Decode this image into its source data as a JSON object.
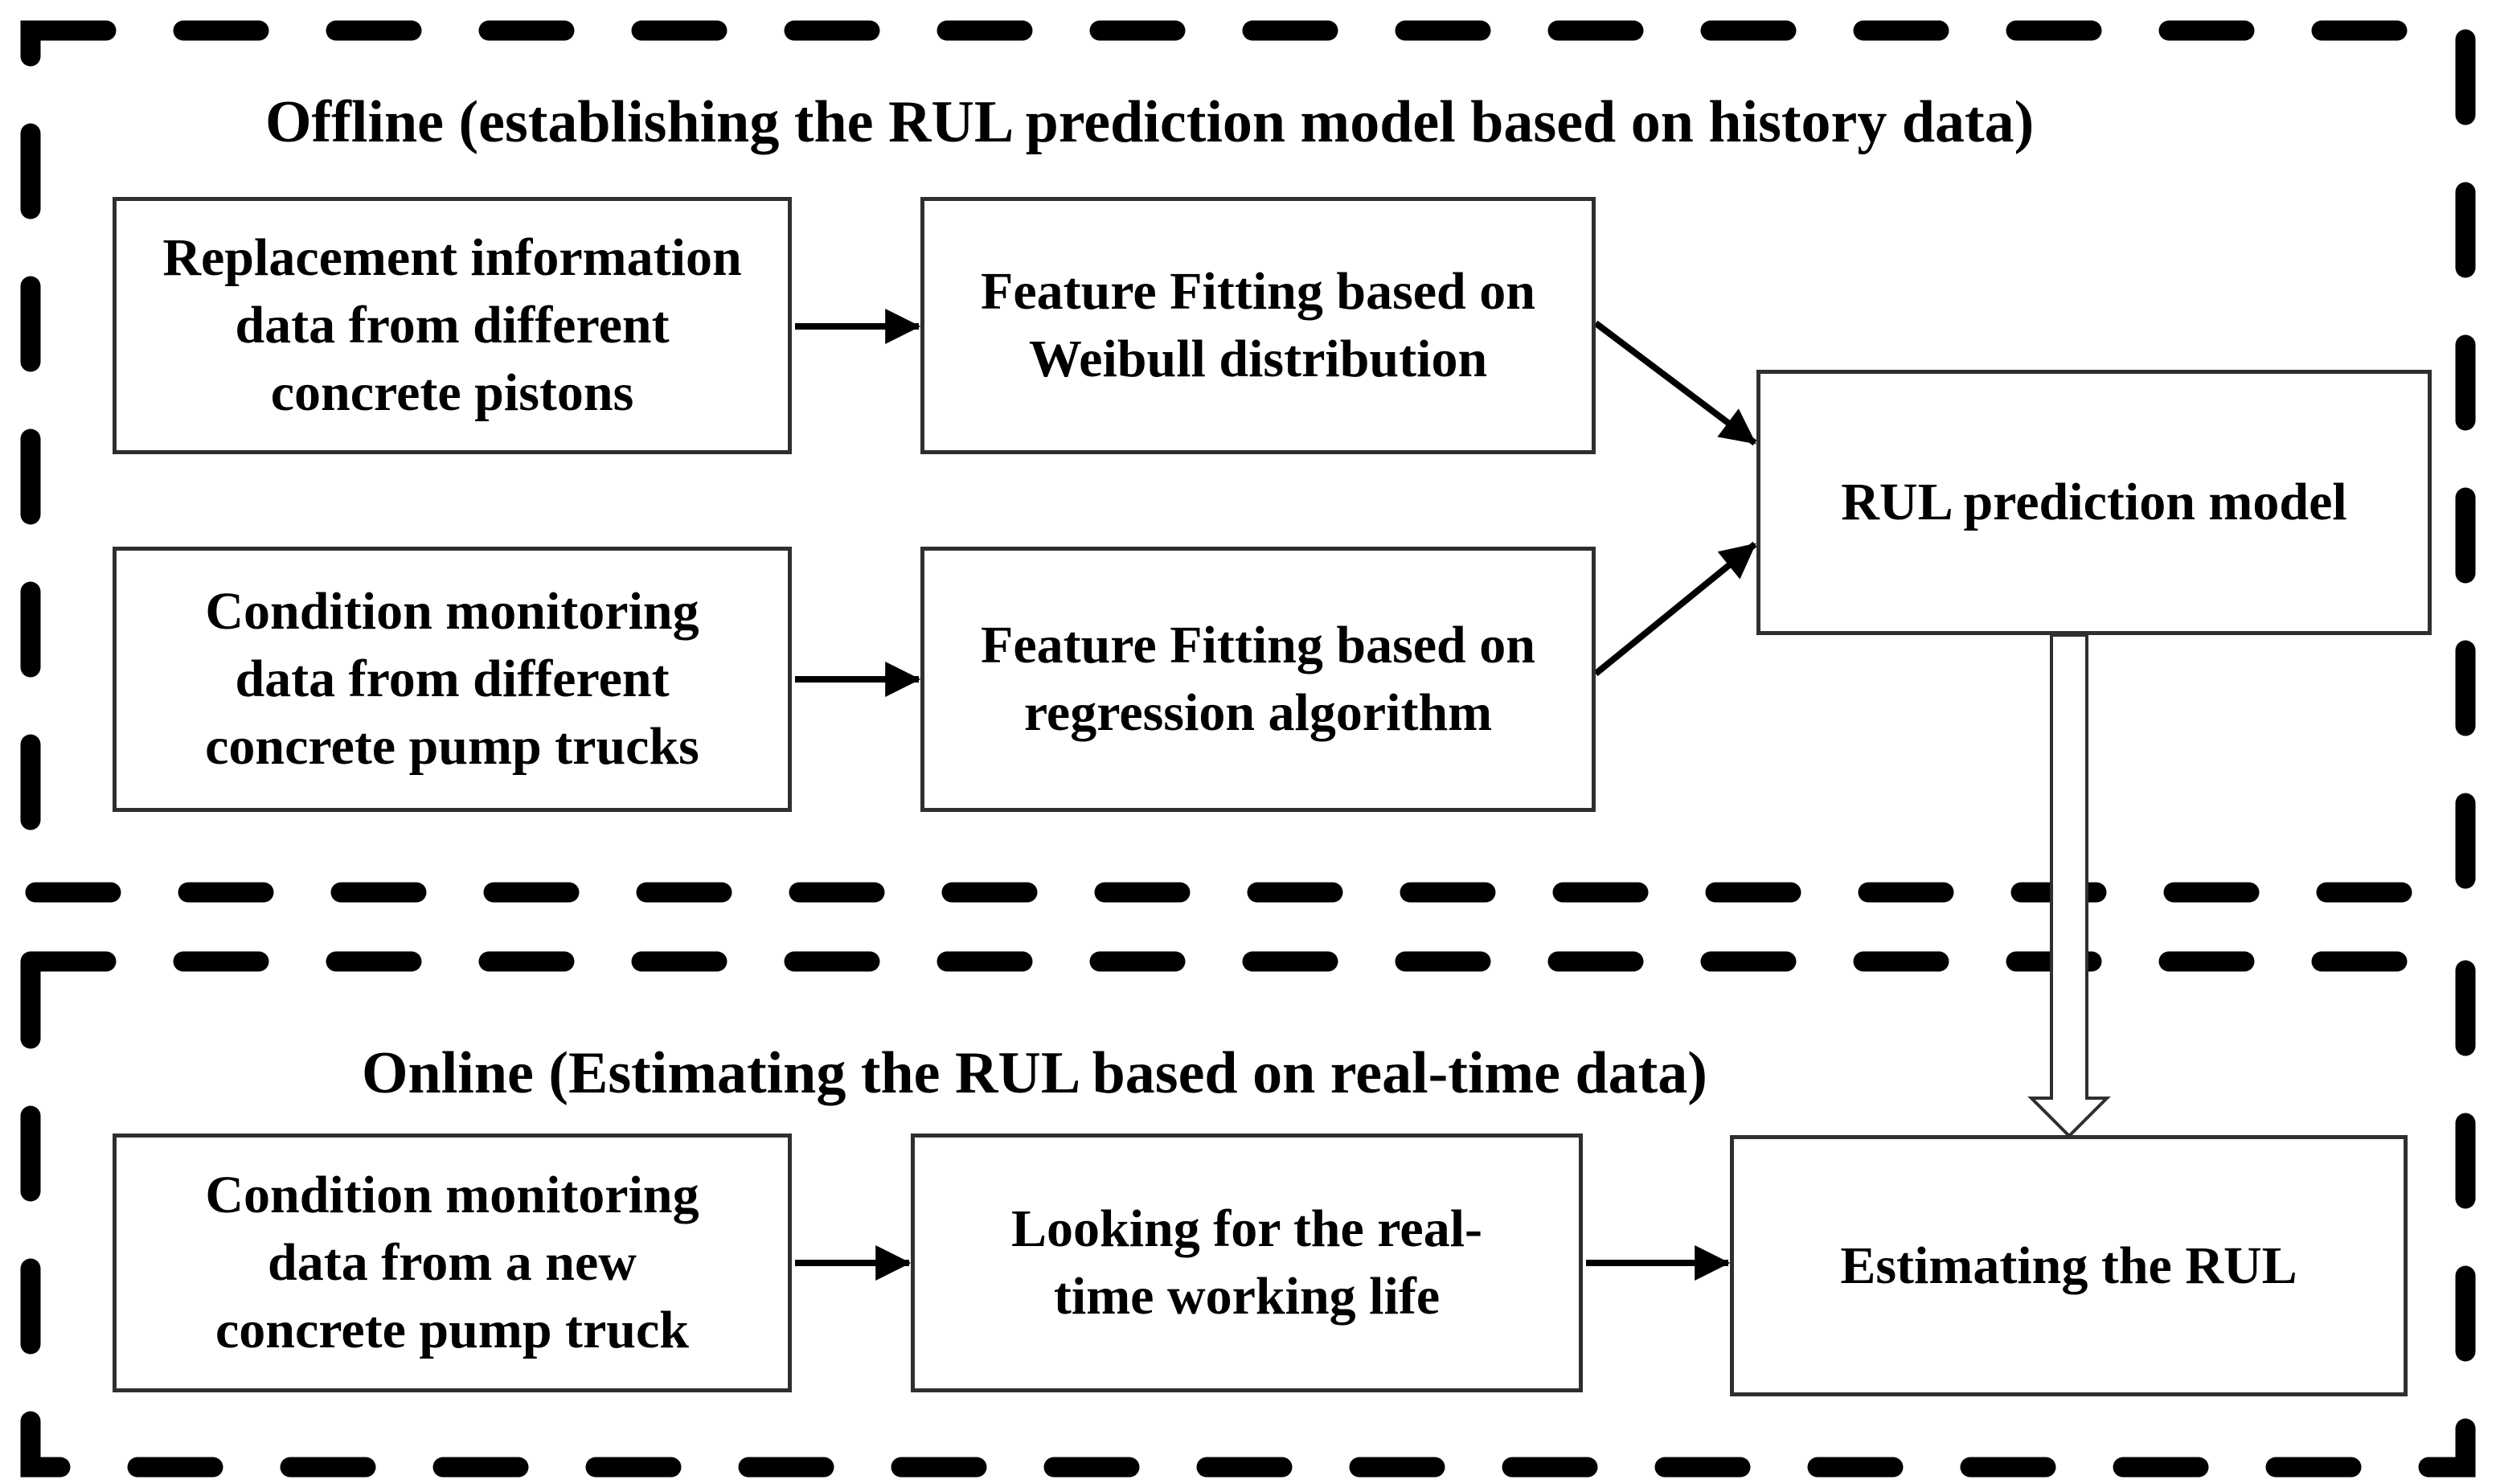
{
  "figure": {
    "type": "flowchart",
    "offline_title": "Offline (establishing the RUL prediction model based on history data)",
    "online_title": "Online (Estimating the RUL based on real-time data)"
  },
  "boxes": {
    "replacement_info": {
      "lines": [
        "Replacement information",
        "data from different",
        "concrete pistons"
      ]
    },
    "weibull_fitting": {
      "lines": [
        "Feature Fitting based on",
        "Weibull distribution"
      ]
    },
    "rul_model": {
      "lines": [
        "RUL prediction model"
      ]
    },
    "condition_monitoring_history": {
      "lines": [
        "Condition monitoring",
        "data from different",
        "concrete pump trucks"
      ]
    },
    "regression_fitting": {
      "lines": [
        "Feature Fitting based on",
        "regression algorithm"
      ]
    },
    "condition_monitoring_new": {
      "lines": [
        "Condition monitoring",
        "data from a new",
        "concrete pump truck"
      ]
    },
    "working_life": {
      "lines": [
        "Looking for the real-",
        "time working life"
      ]
    },
    "estimating_rul": {
      "lines": [
        "Estimating the RUL"
      ]
    }
  },
  "arrows": [
    {
      "from": "replacement_info",
      "to": "weibull_fitting",
      "style": "solid"
    },
    {
      "from": "condition_monitoring_history",
      "to": "regression_fitting",
      "style": "solid"
    },
    {
      "from": "weibull_fitting",
      "to": "rul_model",
      "style": "solid-diagonal"
    },
    {
      "from": "regression_fitting",
      "to": "rul_model",
      "style": "solid-diagonal"
    },
    {
      "from": "condition_monitoring_new",
      "to": "working_life",
      "style": "solid"
    },
    {
      "from": "working_life",
      "to": "estimating_rul",
      "style": "solid"
    },
    {
      "from": "rul_model",
      "to": "estimating_rul",
      "style": "hollow-block"
    }
  ],
  "colors": {
    "background": "#ffffff",
    "ink": "#000000",
    "box_border": "#2f2f2f",
    "dash": "#000000"
  }
}
